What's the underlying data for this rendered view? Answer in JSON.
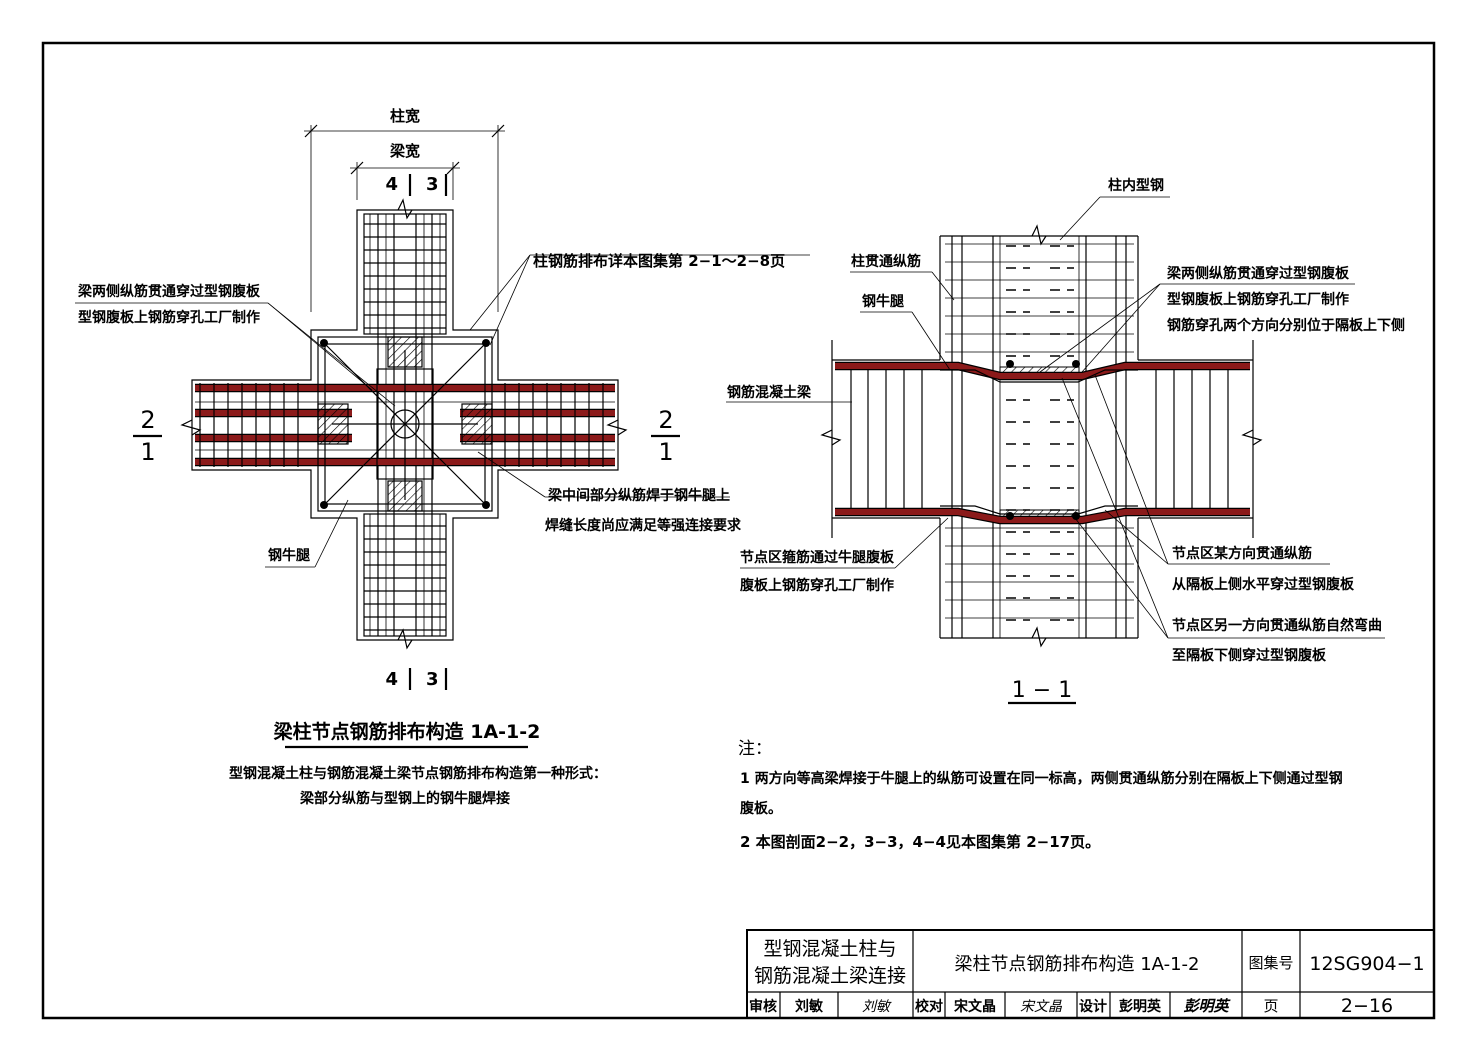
{
  "left_view": {
    "dim_column_width": "柱宽",
    "dim_beam_width": "梁宽",
    "sec_top_left": "4",
    "sec_top_right": "3",
    "sec_bottom_left": "4",
    "sec_bottom_right": "3",
    "sec_left_num": "2",
    "sec_left_den": "1",
    "sec_right_num": "2",
    "sec_right_den": "1",
    "note_column_rebar": "柱钢筋排布详本图集第 2−1～2−8页",
    "note_web_through_1": "梁两侧纵筋贯通穿过型钢腹板",
    "note_web_through_2": "型钢腹板上钢筋穿孔工厂制作",
    "note_weld_1": "梁中间部分纵筋焊于钢牛腿上",
    "note_weld_2": "焊缝长度尚应满足等强连接要求",
    "label_corbel": "钢牛腿",
    "title": "梁柱节点钢筋排布构造 1A-1-2",
    "subtitle_1": "型钢混凝土柱与钢筋混凝土梁节点钢筋排布构造第一种形式：",
    "subtitle_2": "梁部分纵筋与型钢上的钢牛腿焊接"
  },
  "right_view": {
    "label_steel_in_column": "柱内型钢",
    "label_column_through_bar": "柱贯通纵筋",
    "label_corbel": "钢牛腿",
    "label_rc_beam": "钢筋混凝土梁",
    "note_beam_side_1": "梁两侧纵筋贯通穿过型钢腹板",
    "note_beam_side_2": "型钢腹板上钢筋穿孔工厂制作",
    "note_beam_side_3": "钢筋穿孔两个方向分别位于隔板上下侧",
    "note_stirrup_1": "节点区箍筋通过牛腿腹板",
    "note_stirrup_2": "腹板上钢筋穿孔工厂制作",
    "note_dir1_1": "节点区某方向贯通纵筋",
    "note_dir1_2": "从隔板上侧水平穿过型钢腹板",
    "note_dir2_1": "节点区另一方向贯通纵筋自然弯曲",
    "note_dir2_2": "至隔板下侧穿过型钢腹板",
    "section_label": "1 − 1"
  },
  "notes": {
    "heading": "注：",
    "n1_a": "1  两方向等高梁焊接于牛腿上的纵筋可设置在同一标高，两侧贯通纵筋分别在隔板上下侧通过型钢",
    "n1_b": "腹板。",
    "n2": "2  本图剖面2−2，3−3，4−4见本图集第 2−17页。"
  },
  "title_block": {
    "category_1": "型钢混凝土柱与",
    "category_2": "钢筋混凝土梁连接",
    "drawing_title": "梁柱节点钢筋排布构造 1A-1-2",
    "atlas_label": "图集号",
    "atlas_no": "12SG904−1",
    "review_label": "审核",
    "review_name": "刘敏",
    "review_sign": "刘敏",
    "check_label": "校对",
    "check_name": "宋文晶",
    "check_sign": "宋文晶",
    "design_label": "设计",
    "design_name": "彭明英",
    "design_sign": "彭明英",
    "page_label": "页",
    "page_no": "2−16"
  },
  "colors": {
    "rebar_red": "#8b1a1a",
    "line": "#000000"
  }
}
